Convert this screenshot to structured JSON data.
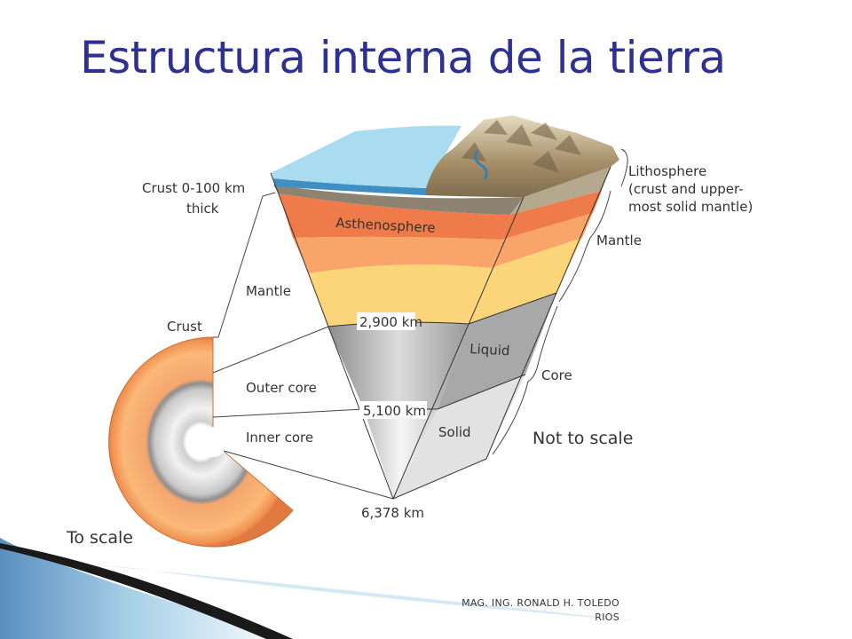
{
  "slide": {
    "title": "Estructura interna de la tierra",
    "footer_line1": "MAG. ING. RONALD H. TOLEDO",
    "footer_line2": "RIOS"
  },
  "diagram": {
    "labels": {
      "crust_thickness_1": "Crust 0-100 km",
      "crust_thickness_2": "thick",
      "asthenosphere": "Asthenosphere",
      "lithosphere_1": "Lithosphere",
      "lithosphere_2": "(crust and upper-",
      "lithosphere_3": "most solid mantle)",
      "mantle_right": "Mantle",
      "mantle_left": "Mantle",
      "crust_left": "Crust",
      "depth_2900": "2,900 km",
      "liquid": "Liquid",
      "core": "Core",
      "outer_core": "Outer core",
      "depth_5100": "5,100 km",
      "inner_core": "Inner core",
      "solid": "Solid",
      "not_to_scale": "Not to scale",
      "depth_6378": "6,378 km",
      "to_scale": "To scale"
    }
  },
  "colors": {
    "title": "#2e3192",
    "ocean": "#a9dcf0",
    "asthenosphere": "#ef7a4a",
    "upper_mantle": "#f9a56a",
    "lower_mantle": "#fcd57a",
    "outer_core": "#b4b4b4",
    "inner_core": "#e4e4e4",
    "land": "#a89672"
  }
}
